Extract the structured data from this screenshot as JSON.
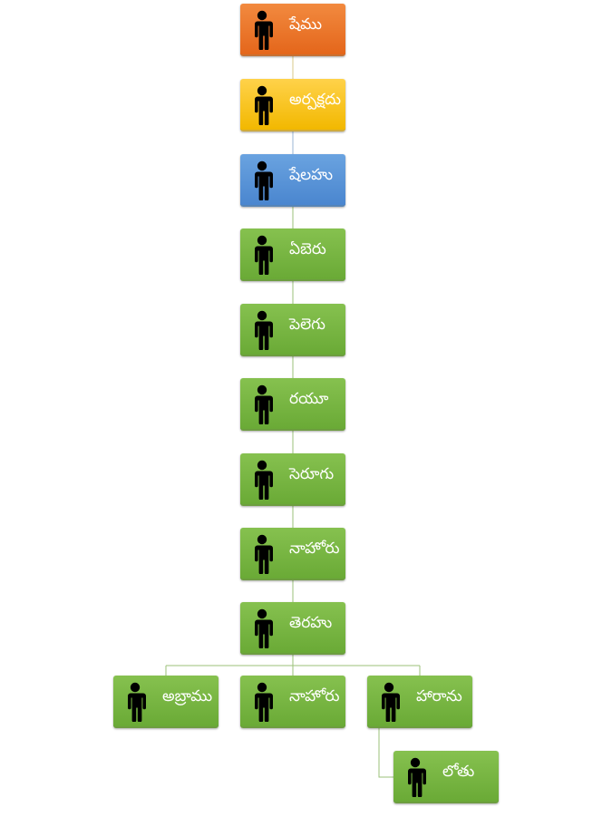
{
  "icon": "person-icon",
  "colors": {
    "orange": "#e4661b",
    "gold": "#f2b800",
    "blue": "#4a86cf",
    "green": "#6aaa36",
    "connector_top": "#d9c98a",
    "connector": "#9bc27a"
  },
  "nodes": [
    {
      "label": "షేము",
      "color": "orange"
    },
    {
      "label": "అర్పక్షదు",
      "color": "gold"
    },
    {
      "label": "షేలహు",
      "color": "blue"
    },
    {
      "label": "ఏబెరు",
      "color": "green"
    },
    {
      "label": "పెలెగు",
      "color": "green"
    },
    {
      "label": "రయూ",
      "color": "green"
    },
    {
      "label": "సెరూగు",
      "color": "green"
    },
    {
      "label": "నాహోరు",
      "color": "green"
    },
    {
      "label": "తెరహు",
      "color": "green"
    },
    {
      "label": "అబ్రాము",
      "color": "green"
    },
    {
      "label": "నాహోరు",
      "color": "green"
    },
    {
      "label": "హారాను",
      "color": "green"
    },
    {
      "label": "లోతు",
      "color": "green"
    }
  ]
}
